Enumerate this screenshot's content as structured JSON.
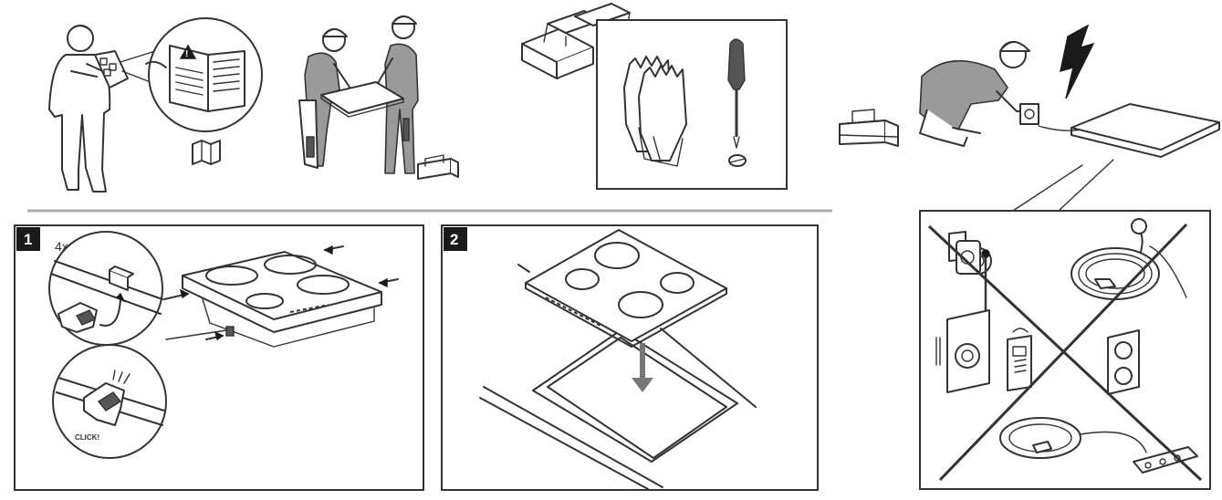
{
  "steps": [
    {
      "badge": "1",
      "annotation": "4x",
      "click_label": "CLICK!"
    },
    {
      "badge": "2"
    }
  ],
  "colors": {
    "line": "#333333",
    "badge": "#1a1a1a",
    "divider": "#aaaaaa",
    "background": "#ffffff"
  },
  "icons": [
    "manual-book-icon",
    "toolbox-icon",
    "gloves-icon",
    "screwdriver-icon",
    "lightning-icon",
    "power-socket-icon",
    "cross-icon"
  ]
}
